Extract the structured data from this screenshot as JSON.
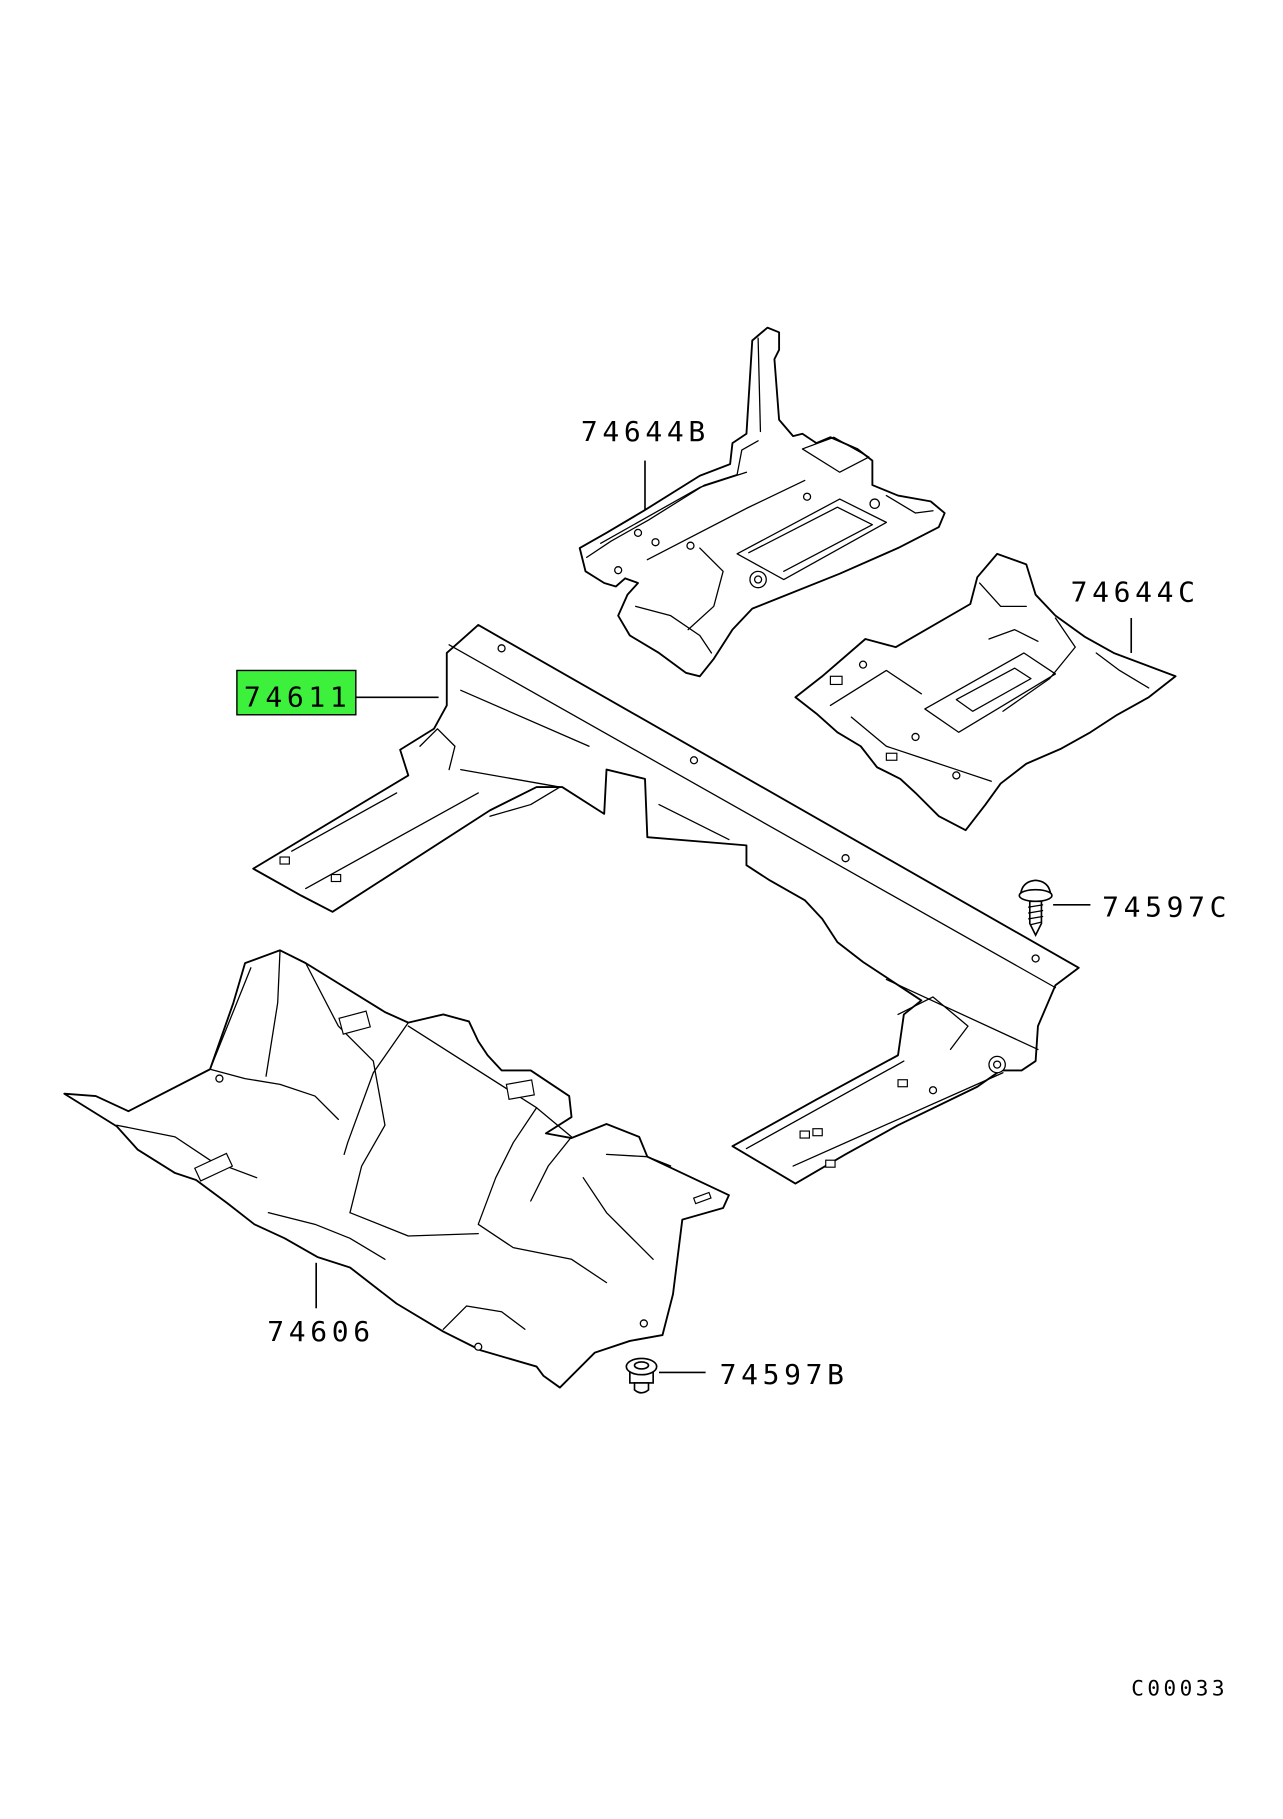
{
  "diagram": {
    "callouts": {
      "part_74644B": "74644B",
      "part_74644C": "74644C",
      "part_74611": "74611",
      "part_74597C": "74597C",
      "part_74606": "74606",
      "part_74597B": "74597B"
    },
    "figure_code": "C00033",
    "highlight_color": "#3cf03c"
  }
}
